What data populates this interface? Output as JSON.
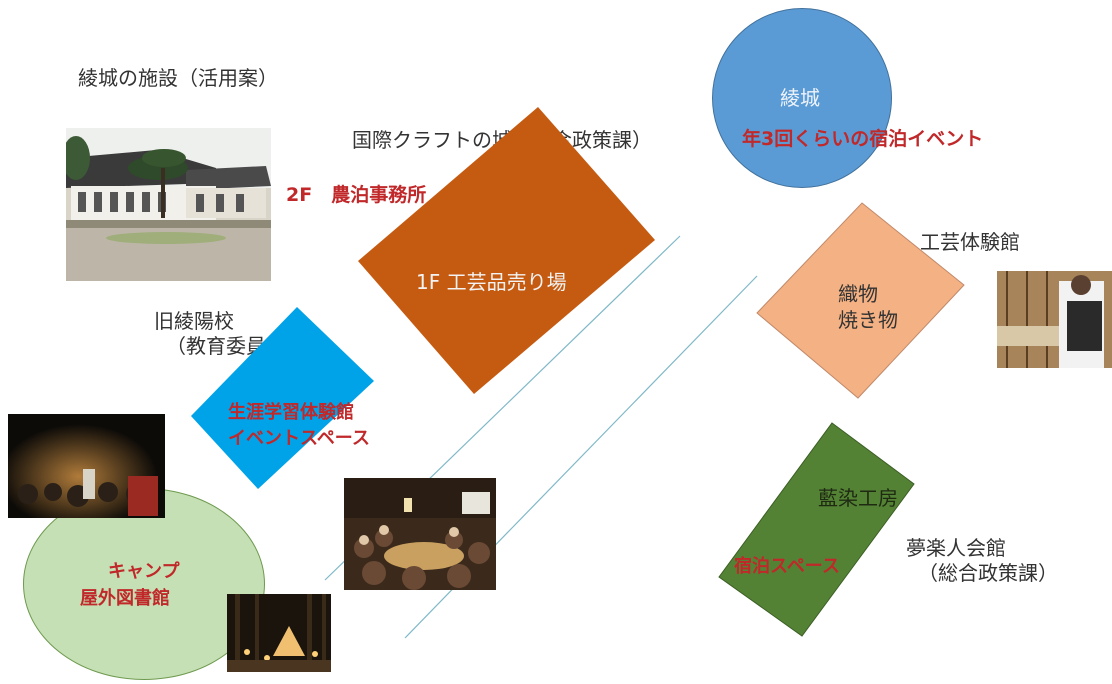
{
  "title": "綾城の施設（活用案）",
  "castle_circle": {
    "label": "綾城",
    "event": "年3回くらいの宿泊イベント",
    "color": "#5b9bd5"
  },
  "craft_castle": {
    "caption": "国際クラフトの城（総合政策課）",
    "floor2": "2F　農泊事務所",
    "floor1": "1F 工芸品売り場",
    "color": "#c55a11"
  },
  "old_school": {
    "caption_line1": "旧綾陽校",
    "caption_line2": "（教育委員会）",
    "label_line1": "生涯学習体験館",
    "label_line2": "イベントスペース",
    "color": "#00a2e8"
  },
  "camp": {
    "label_line1": "キャンプ",
    "label_line2": "屋外図書館",
    "color": "#c5e0b4"
  },
  "craft_hall": {
    "caption": "工芸体験館",
    "label_line1": "織物",
    "label_line2": "焼き物",
    "color": "#f4b183"
  },
  "yumeraku": {
    "label_top": "藍染工房",
    "label_stay": "宿泊スペース",
    "caption_line1": "夢楽人会館",
    "caption_line2": "（総合政策課）",
    "color": "#548235"
  },
  "accent_red": "#c0282a",
  "river_color": "#7fb8c8"
}
